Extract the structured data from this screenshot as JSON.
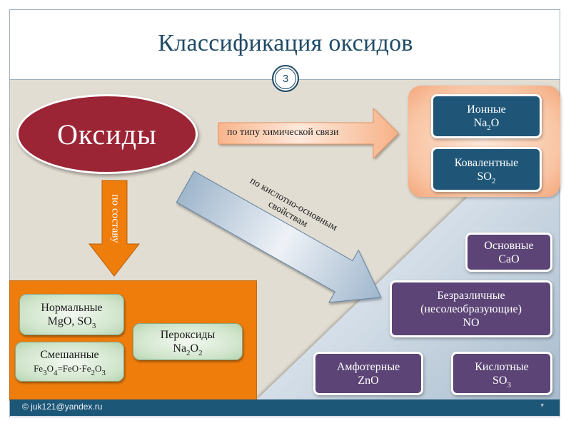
{
  "slide": {
    "title": "Классификация оксидов",
    "slide_number": "3",
    "footer_copyright": "© juk121@yandex.ru",
    "footer_mark": "*"
  },
  "root": {
    "label": "Оксиды",
    "color": "#9b2535"
  },
  "arrows": {
    "bond_type": "по типу химической связи",
    "composition": "по составу",
    "acid_base_line1": "по кислотно-основным",
    "acid_base_line2": "свойствам"
  },
  "bond_groups": [
    {
      "name": "Ионные",
      "formula_base": "Na",
      "formula_sub": "2",
      "formula_rest": "O",
      "formula_sub2": ""
    },
    {
      "name": "Ковалентные",
      "formula_base": "SO",
      "formula_sub": "2",
      "formula_rest": "",
      "formula_sub2": ""
    }
  ],
  "composition_groups": [
    {
      "name": "Нормальные",
      "formula": "MgO, SO",
      "formula_sub": "3"
    },
    {
      "name": "Смешанные",
      "formula_parts": [
        "Fe",
        "3",
        "O",
        "4",
        "=FeO·Fe",
        "2",
        "O",
        "3"
      ]
    },
    {
      "name": "Пероксиды",
      "formula_parts": [
        "Na",
        "2",
        "O",
        "2"
      ]
    }
  ],
  "acid_base_groups": [
    {
      "name": "Основные",
      "formula": "CaO"
    },
    {
      "name": "Безразличные",
      "note": "(несолеобразующие)",
      "formula": "NO"
    },
    {
      "name": "Амфотерные",
      "formula": "ZnO"
    },
    {
      "name": "Кислотные",
      "formula_base": "SO",
      "formula_sub": "3"
    }
  ],
  "colors": {
    "title": "#1f4a66",
    "blue_box": "#1f5678",
    "purple_box": "#5c4476",
    "orange": "#ee7d0c",
    "footer": "#1d5778",
    "beige": "#e2ddd2"
  }
}
